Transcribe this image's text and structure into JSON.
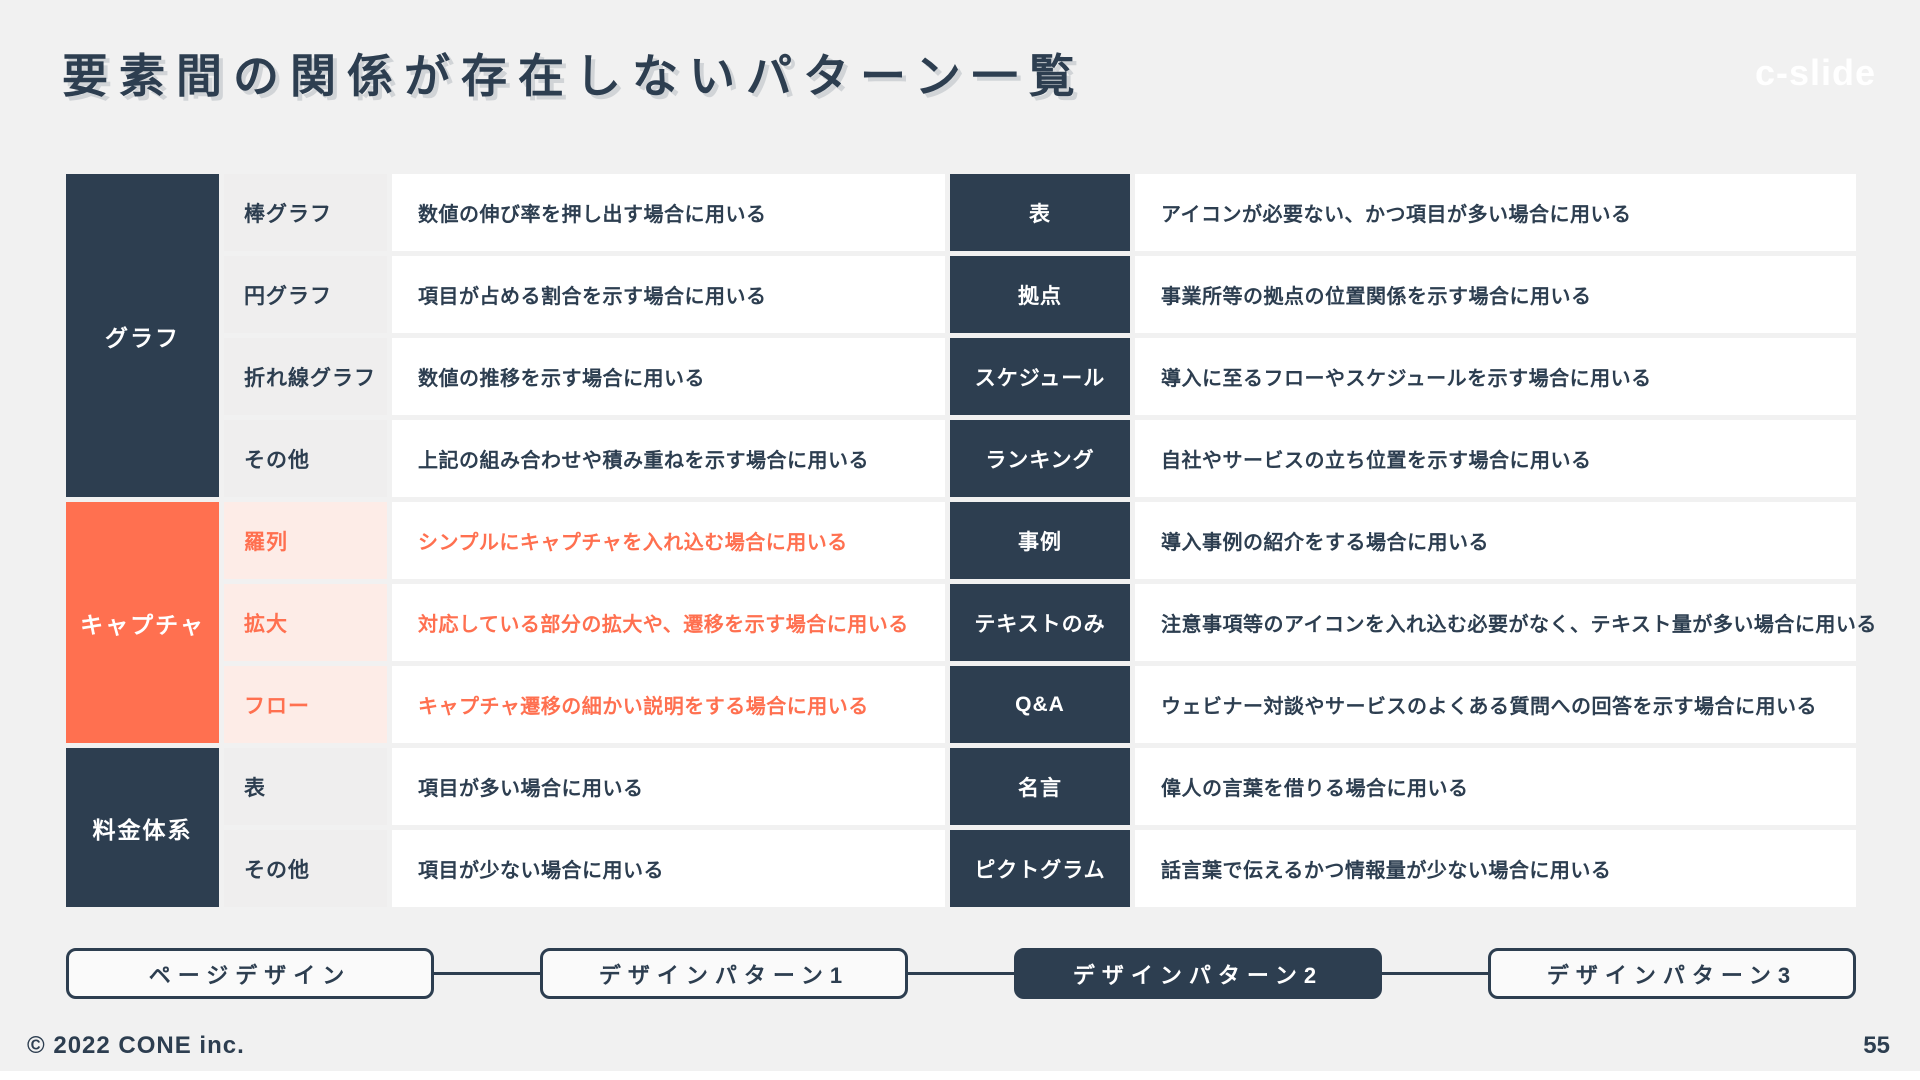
{
  "slide": {
    "title": "要素間の関係が存在しないパターン一覧",
    "logo": "c-slide",
    "footer_copyright": "© 2022 CONE inc.",
    "page_number": "55"
  },
  "colors": {
    "navy": "#2d3e50",
    "orange": "#ff7050",
    "pink_bg": "#fdece7",
    "gray_cell_bg": "#efeeee",
    "slide_bg": "#f1f1f1",
    "cell_bg": "#ffffff"
  },
  "table": {
    "left_groups": [
      {
        "label": "グラフ",
        "theme": "navy",
        "row_span": 4
      },
      {
        "label": "キャプチャ",
        "theme": "orange",
        "row_span": 3
      },
      {
        "label": "料金体系",
        "theme": "navy",
        "row_span": 2
      }
    ],
    "left_rows": [
      {
        "name": "棒グラフ",
        "desc": "数値の伸び率を押し出す場合に用いる",
        "theme": "navy"
      },
      {
        "name": "円グラフ",
        "desc": "項目が占める割合を示す場合に用いる",
        "theme": "navy"
      },
      {
        "name": "折れ線グラフ",
        "desc": "数値の推移を示す場合に用いる",
        "theme": "navy"
      },
      {
        "name": "その他",
        "desc": "上記の組み合わせや積み重ねを示す場合に用いる",
        "theme": "navy"
      },
      {
        "name": "羅列",
        "desc": "シンプルにキャプチャを入れ込む場合に用いる",
        "theme": "orange"
      },
      {
        "name": "拡大",
        "desc": "対応している部分の拡大や、遷移を示す場合に用いる",
        "theme": "orange"
      },
      {
        "name": "フロー",
        "desc": "キャプチャ遷移の細かい説明をする場合に用いる",
        "theme": "orange"
      },
      {
        "name": "表",
        "desc": "項目が多い場合に用いる",
        "theme": "navy"
      },
      {
        "name": "その他",
        "desc": "項目が少ない場合に用いる",
        "theme": "navy"
      }
    ],
    "right_rows": [
      {
        "name": "表",
        "desc": "アイコンが必要ない、かつ項目が多い場合に用いる"
      },
      {
        "name": "拠点",
        "desc": "事業所等の拠点の位置関係を示す場合に用いる"
      },
      {
        "name": "スケジュール",
        "desc": "導入に至るフローやスケジュールを示す場合に用いる"
      },
      {
        "name": "ランキング",
        "desc": "自社やサービスの立ち位置を示す場合に用いる"
      },
      {
        "name": "事例",
        "desc": "導入事例の紹介をする場合に用いる"
      },
      {
        "name": "テキストのみ",
        "desc": "注意事項等のアイコンを入れ込む必要がなく、テキスト量が多い場合に用いる"
      },
      {
        "name": "Q&A",
        "desc": "ウェビナー対談やサービスのよくある質問への回答を示す場合に用いる"
      },
      {
        "name": "名言",
        "desc": "偉人の言葉を借りる場合に用いる"
      },
      {
        "name": "ピクトグラム",
        "desc": "話言葉で伝えるかつ情報量が少ない場合に用いる"
      }
    ]
  },
  "nav": {
    "items": [
      {
        "label": "ページデザイン",
        "active": false
      },
      {
        "label": "デザインパターン1",
        "active": false
      },
      {
        "label": "デザインパターン2",
        "active": true
      },
      {
        "label": "デザインパターン3",
        "active": false
      }
    ]
  }
}
